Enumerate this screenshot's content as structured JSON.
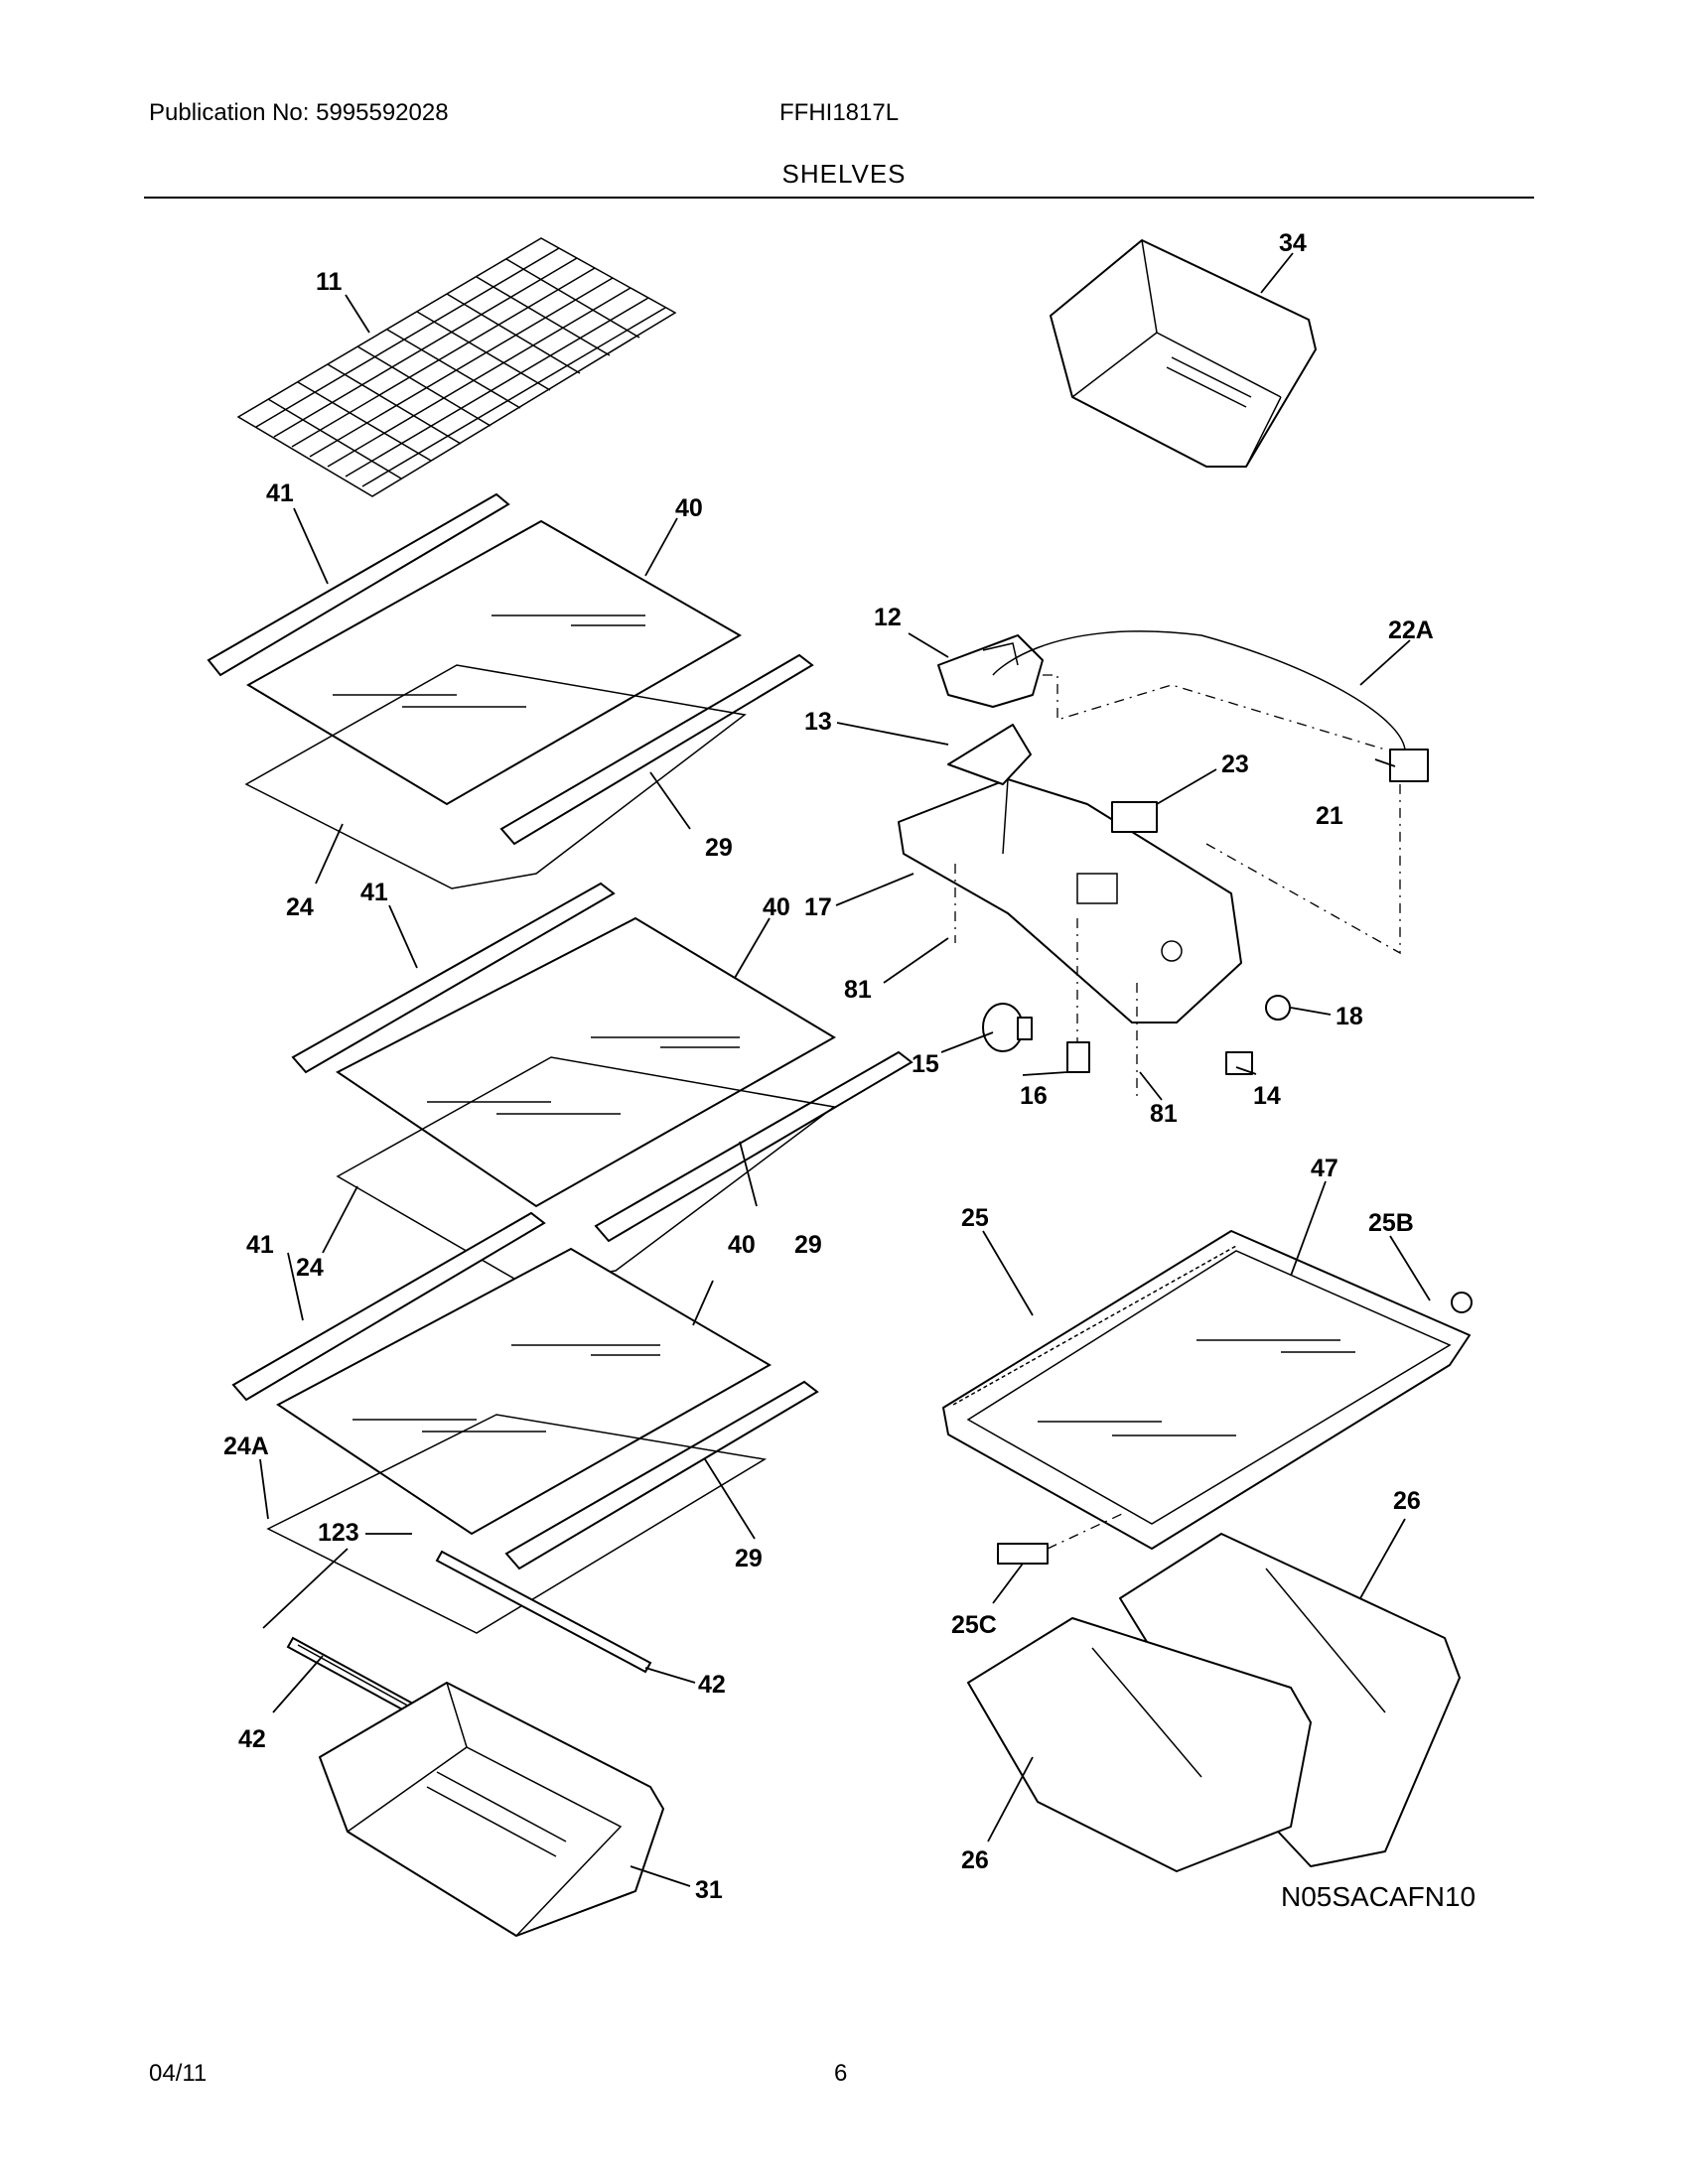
{
  "header": {
    "publication": "Publication No: 5995592028",
    "model": "FFHI1817L",
    "section_title": "SHELVES"
  },
  "diagram": {
    "code": "N05SACAFN10",
    "callouts": [
      "11",
      "34",
      "41",
      "40",
      "12",
      "22A",
      "13",
      "23",
      "21",
      "29",
      "24",
      "41",
      "40",
      "17",
      "81",
      "18",
      "15",
      "16",
      "81",
      "14",
      "47",
      "25",
      "25B",
      "41",
      "24",
      "40",
      "29",
      "24A",
      "123",
      "29",
      "42",
      "25C",
      "26",
      "42",
      "31",
      "26"
    ]
  },
  "footer": {
    "date": "04/11",
    "page": "6"
  }
}
